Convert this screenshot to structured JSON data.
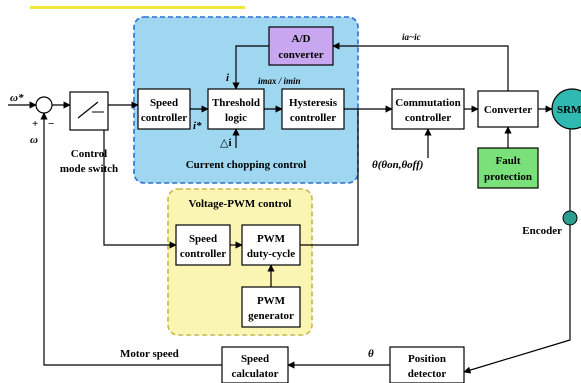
{
  "regions": {
    "current_chopping": "Current chopping control",
    "voltage_pwm": "Voltage-PWM control"
  },
  "blocks": {
    "ad_converter": [
      "A/D",
      "converter"
    ],
    "speed_controller_top": [
      "Speed",
      "controller"
    ],
    "threshold_logic": [
      "Threshold",
      "logic"
    ],
    "hysteresis_controller": [
      "Hysteresis",
      "controller"
    ],
    "commutation_controller": [
      "Commutation",
      "controller"
    ],
    "converter": "Converter",
    "srm": "SRM",
    "fault_protection": [
      "Fault",
      "protection"
    ],
    "speed_controller_pwm": [
      "Speed",
      "controller"
    ],
    "pwm_duty_cycle": [
      "PWM",
      "duty-cycle"
    ],
    "pwm_generator": [
      "PWM",
      "generator"
    ],
    "speed_calculator": [
      "Speed",
      "calculator"
    ],
    "position_detector": [
      "Position",
      "detector"
    ]
  },
  "labels": {
    "omega_ref": "ω*",
    "omega": "ω",
    "plus": "+",
    "minus": "−",
    "control_mode_switch": [
      "Control",
      "mode switch"
    ],
    "i_ref": "i*",
    "i": "i",
    "imax_imin": "imax / imin",
    "delta_i": "△i",
    "currents": "ia~ic",
    "theta_on_off": "θ(θon,θoff)",
    "encoder": "Encoder",
    "motor_speed": "Motor speed",
    "theta": "θ"
  },
  "colors": {
    "current_region_fill": "#9fd7f1",
    "current_region_border": "#2d6fd0",
    "pwm_region_fill": "#fbf5b4",
    "pwm_region_border": "#c9b84a",
    "ad_fill": "#c9a6f0",
    "fault_fill": "#79e07a",
    "srm_fill": "#2fb9b0",
    "encoder_fill": "#2a9d8f",
    "title_bar": "#f5e63c"
  }
}
